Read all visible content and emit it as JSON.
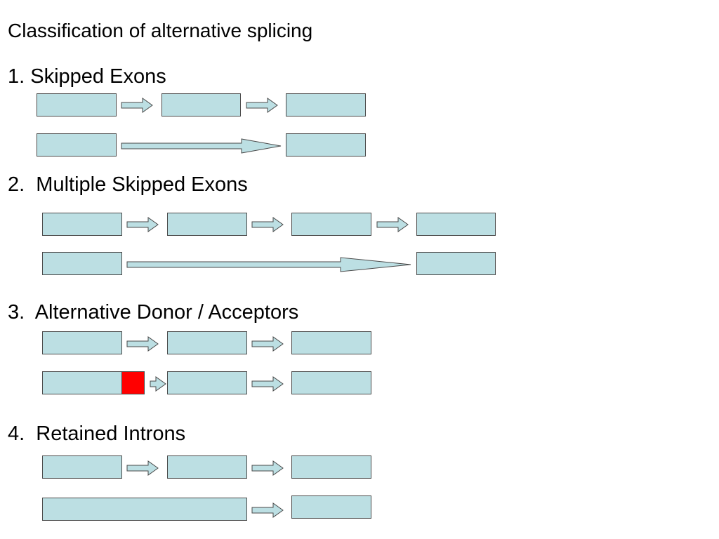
{
  "title": "Classification of alternative splicing",
  "colors": {
    "exon_fill": "#bcdfe3",
    "exon_stroke": "#4a4a4a",
    "arrow_fill": "#bcdfe3",
    "alt_site_fill": "#ff0000"
  },
  "sections": [
    {
      "label": "1. Skipped Exons",
      "element_kinds": [
        "exon",
        "junction-arrow",
        "skip-arrow"
      ]
    },
    {
      "label": "2.  Multiple Skipped Exons",
      "element_kinds": [
        "exon",
        "junction-arrow",
        "skip-arrow"
      ]
    },
    {
      "label": "3.  Alternative Donor / Acceptors",
      "element_kinds": [
        "exon",
        "junction-arrow",
        "alternative-splice-site"
      ]
    },
    {
      "label": "4.  Retained Introns",
      "element_kinds": [
        "exon",
        "junction-arrow",
        "retained-intron-exon"
      ]
    }
  ]
}
